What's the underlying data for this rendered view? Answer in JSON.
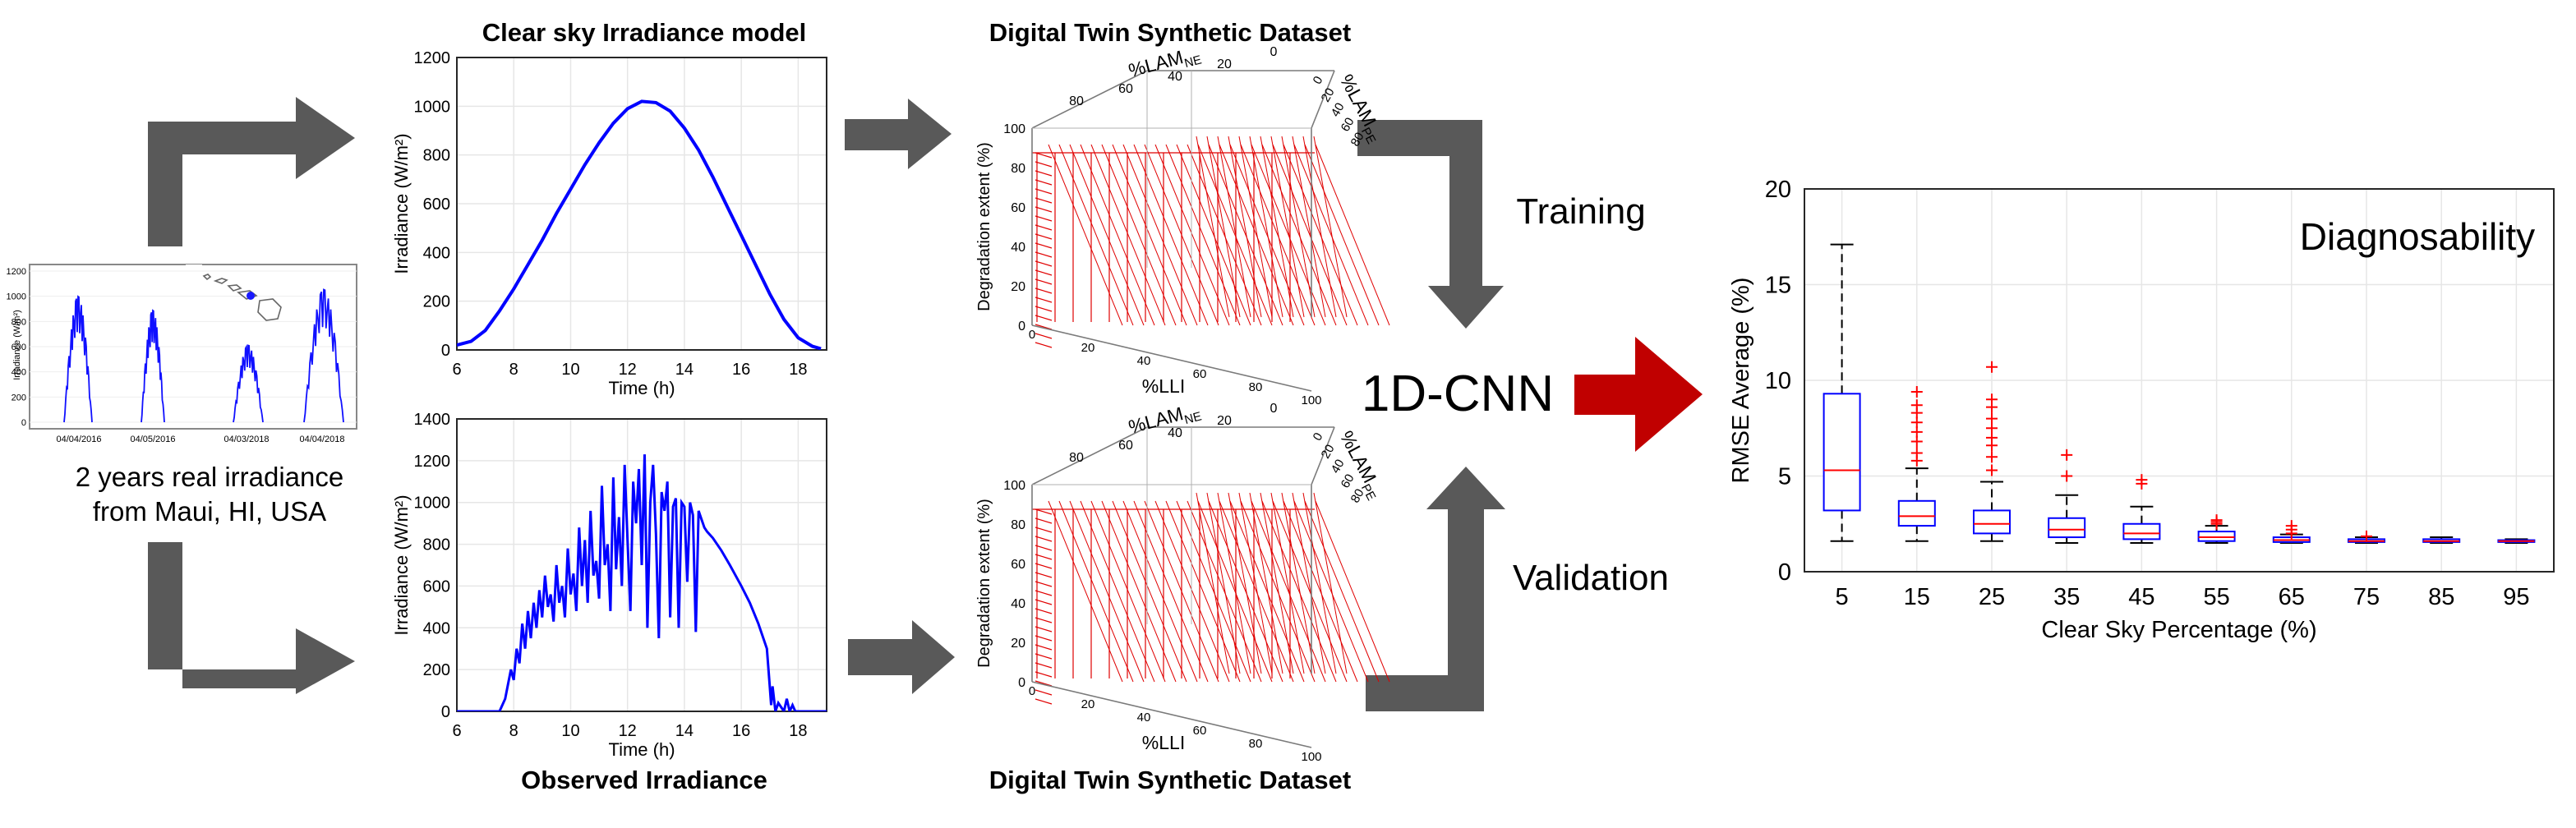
{
  "colors": {
    "arrow_gray": "#595959",
    "arrow_red": "#c00000",
    "plot_blue": "#0000ff",
    "plot_red": "#ff0000",
    "grid": "#e6e6e6",
    "hatch_red": "#e00000"
  },
  "input": {
    "caption_line1": "2 years real irradiance",
    "caption_line2": "from Maui, HI, USA",
    "mini_ylabel": "Irradiance (W/m²)",
    "mini_yticks": [
      "1200",
      "1000",
      "800",
      "600",
      "400",
      "200",
      "0"
    ],
    "mini_xticks": [
      "04/04/2016",
      "04/05/2016",
      "04/03/2018",
      "04/04/2018"
    ]
  },
  "clear_sky": {
    "title": "Clear sky Irradiance model",
    "ylabel": "Irradiance (W/m²)",
    "xlabel": "Time (h)",
    "xticks": [
      "6",
      "8",
      "10",
      "12",
      "14",
      "16",
      "18"
    ],
    "yticks": [
      "0",
      "200",
      "400",
      "600",
      "800",
      "1000",
      "1200"
    ]
  },
  "observed": {
    "title": "Observed Irradiance",
    "ylabel": "Irradiance (W/m²)",
    "xlabel": "Time (h)",
    "xticks": [
      "6",
      "8",
      "10",
      "12",
      "14",
      "16",
      "18"
    ],
    "yticks": [
      "0",
      "200",
      "400",
      "600",
      "800",
      "1000",
      "1200",
      "1400"
    ]
  },
  "dataset_top": {
    "title": "Digital Twin Synthetic Dataset",
    "lam_ne": "%LAM",
    "lam_ne_sub": "NE",
    "lam_pe": "%LAM",
    "lam_pe_sub": "PE",
    "lli": "%LLI",
    "zlabel": "Degradation extent (%)",
    "ne_ticks": [
      "80",
      "60",
      "40",
      "20",
      "0"
    ],
    "pe_ticks": [
      "0",
      "20",
      "40",
      "60",
      "80"
    ],
    "lli_ticks": [
      "0",
      "20",
      "40",
      "60",
      "80",
      "100"
    ],
    "z_ticks": [
      "0",
      "20",
      "40",
      "60",
      "80",
      "100"
    ]
  },
  "dataset_bottom": {
    "title": "Digital Twin Synthetic Dataset",
    "lam_ne": "%LAM",
    "lam_ne_sub": "NE",
    "lam_pe": "%LAM",
    "lam_pe_sub": "PE",
    "lli": "%LLI",
    "zlabel": "Degradation extent (%)",
    "ne_ticks": [
      "80",
      "60",
      "40",
      "20",
      "0"
    ],
    "pe_ticks": [
      "0",
      "20",
      "40",
      "60",
      "80"
    ],
    "lli_ticks": [
      "0",
      "20",
      "40",
      "60",
      "80",
      "100"
    ],
    "z_ticks": [
      "0",
      "20",
      "40",
      "60",
      "80",
      "100"
    ]
  },
  "flow": {
    "training": "Training",
    "validation": "Validation",
    "model": "1D-CNN"
  },
  "chart_data": [
    {
      "type": "line",
      "title": "Clear sky Irradiance model",
      "xlabel": "Time (h)",
      "ylabel": "Irradiance (W/m²)",
      "xlim": [
        6,
        19
      ],
      "ylim": [
        0,
        1200
      ],
      "series": [
        {
          "x": [
            6,
            6.5,
            7,
            7.5,
            8,
            8.5,
            9,
            9.5,
            10,
            10.5,
            11,
            11.5,
            12,
            12.5,
            13,
            13.5,
            14,
            14.5,
            15,
            15.5,
            16,
            16.5,
            17,
            17.5,
            18,
            18.5,
            18.8
          ],
          "y": [
            20,
            35,
            80,
            160,
            250,
            350,
            450,
            560,
            660,
            760,
            850,
            930,
            990,
            1020,
            1015,
            980,
            910,
            820,
            710,
            590,
            470,
            350,
            230,
            125,
            50,
            15,
            5
          ]
        }
      ]
    },
    {
      "type": "line",
      "title": "Observed Irradiance",
      "xlabel": "Time (h)",
      "ylabel": "Irradiance (W/m²)",
      "xlim": [
        6,
        19
      ],
      "ylim": [
        0,
        1400
      ],
      "series": [
        {
          "x": [
            6,
            7.5,
            7.7,
            7.9,
            8.0,
            8.1,
            8.2,
            8.3,
            8.4,
            8.5,
            8.6,
            8.7,
            8.8,
            8.9,
            9.0,
            9.1,
            9.2,
            9.3,
            9.4,
            9.5,
            9.6,
            9.7,
            9.8,
            9.9,
            10.0,
            10.1,
            10.2,
            10.3,
            10.4,
            10.5,
            10.6,
            10.7,
            10.8,
            10.9,
            11.0,
            11.1,
            11.2,
            11.3,
            11.4,
            11.5,
            11.6,
            11.7,
            11.8,
            11.9,
            12.0,
            12.1,
            12.2,
            12.3,
            12.4,
            12.5,
            12.6,
            12.7,
            12.8,
            12.9,
            13.0,
            13.1,
            13.2,
            13.3,
            13.4,
            13.5,
            13.6,
            13.7,
            13.8,
            13.9,
            14.0,
            14.1,
            14.2,
            14.3,
            14.4,
            14.5,
            14.6,
            14.7,
            14.8,
            15.0,
            15.3,
            15.6,
            16.0,
            16.3,
            16.6,
            16.9,
            17.0,
            17.05,
            17.1,
            17.2,
            17.3,
            17.5,
            17.6,
            17.7,
            17.8,
            17.9,
            18.0,
            19.0
          ],
          "y": [
            0,
            0,
            60,
            200,
            150,
            300,
            230,
            420,
            300,
            480,
            350,
            520,
            400,
            580,
            450,
            650,
            500,
            560,
            430,
            700,
            520,
            600,
            450,
            780,
            560,
            660,
            480,
            880,
            600,
            820,
            520,
            960,
            650,
            720,
            540,
            1080,
            700,
            800,
            480,
            1120,
            680,
            930,
            600,
            1180,
            820,
            480,
            1100,
            900,
            1160,
            700,
            1230,
            400,
            1000,
            1180,
            850,
            350,
            1050,
            960,
            1100,
            450,
            980,
            1020,
            400,
            1000,
            980,
            620,
            1000,
            940,
            380,
            960,
            920,
            880,
            860,
            830,
            770,
            700,
            600,
            520,
            420,
            300,
            120,
            30,
            120,
            0,
            40,
            0,
            60,
            0,
            30,
            0,
            0,
            0
          ]
        }
      ]
    },
    {
      "type": "heatmap",
      "title": "Digital Twin Synthetic Dataset",
      "xlabel": "%LLI",
      "ylabel": "%LAM NE",
      "zlabel": "Degradation extent (%)",
      "axes": {
        "lli": [
          0,
          100
        ],
        "lam_ne": [
          0,
          80
        ],
        "lam_pe": [
          0,
          80
        ],
        "degradation": [
          0,
          100
        ]
      }
    },
    {
      "type": "heatmap",
      "title": "Digital Twin Synthetic Dataset",
      "xlabel": "%LLI",
      "ylabel": "%LAM NE",
      "zlabel": "Degradation extent (%)",
      "axes": {
        "lli": [
          0,
          100
        ],
        "lam_ne": [
          0,
          80
        ],
        "lam_pe": [
          0,
          80
        ],
        "degradation": [
          0,
          100
        ]
      }
    },
    {
      "type": "box",
      "title": "Diagnosability",
      "xlabel": "Clear Sky Percentage (%)",
      "ylabel": "RMSE Average (%)",
      "ylim": [
        0,
        20
      ],
      "yticks": [
        "0",
        "5",
        "10",
        "15",
        "20"
      ],
      "categories": [
        "5",
        "15",
        "25",
        "35",
        "45",
        "55",
        "65",
        "75",
        "85",
        "95"
      ],
      "boxes": [
        {
          "whisker_low": 1.6,
          "q1": 3.2,
          "median": 5.3,
          "q3": 9.3,
          "whisker_high": 17.1,
          "outliers": []
        },
        {
          "whisker_low": 1.6,
          "q1": 2.4,
          "median": 2.9,
          "q3": 3.7,
          "whisker_high": 5.4,
          "outliers": [
            5.8,
            6.2,
            6.8,
            7.3,
            7.8,
            8.3,
            8.7,
            9.4
          ]
        },
        {
          "whisker_low": 1.6,
          "q1": 2.0,
          "median": 2.5,
          "q3": 3.2,
          "whisker_high": 4.7,
          "outliers": [
            5.3,
            6.0,
            6.6,
            7.0,
            7.5,
            8.0,
            8.6,
            9.0,
            10.7
          ]
        },
        {
          "whisker_low": 1.5,
          "q1": 1.8,
          "median": 2.2,
          "q3": 2.8,
          "whisker_high": 4.0,
          "outliers": [
            5.0,
            6.1
          ]
        },
        {
          "whisker_low": 1.5,
          "q1": 1.7,
          "median": 2.0,
          "q3": 2.5,
          "whisker_high": 3.4,
          "outliers": [
            4.6,
            4.8
          ]
        },
        {
          "whisker_low": 1.5,
          "q1": 1.6,
          "median": 1.8,
          "q3": 2.1,
          "whisker_high": 2.4,
          "outliers": [
            2.5,
            2.6,
            2.7
          ]
        },
        {
          "whisker_low": 1.5,
          "q1": 1.55,
          "median": 1.65,
          "q3": 1.8,
          "whisker_high": 1.95,
          "outliers": [
            2.0,
            2.2,
            2.4
          ]
        },
        {
          "whisker_low": 1.5,
          "q1": 1.55,
          "median": 1.6,
          "q3": 1.7,
          "whisker_high": 1.8,
          "outliers": [
            1.85
          ]
        },
        {
          "whisker_low": 1.5,
          "q1": 1.55,
          "median": 1.6,
          "q3": 1.7,
          "whisker_high": 1.8,
          "outliers": []
        },
        {
          "whisker_low": 1.5,
          "q1": 1.55,
          "median": 1.6,
          "q3": 1.65,
          "whisker_high": 1.7,
          "outliers": []
        }
      ]
    }
  ]
}
